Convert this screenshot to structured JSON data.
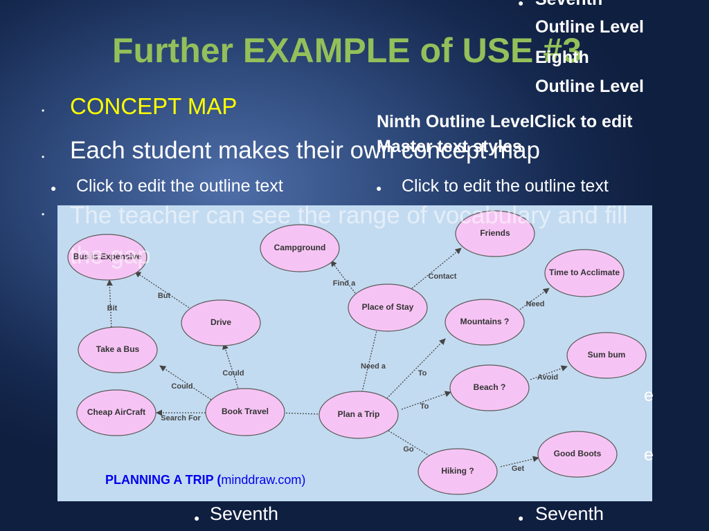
{
  "slide": {
    "title": "Further EXAMPLE of USE #3",
    "bullets": [
      "CONCEPT MAP",
      "Each student makes their own concept map",
      "The teacher can see the range of vocabulary and fill the gap"
    ],
    "outline_levels": {
      "seventh_top": "Seventh",
      "outline_level_1": "Outline Level",
      "eighth": "Eighth",
      "outline_level_2": "Outline Level",
      "ninth": "Ninth Outline LevelClick to edit Master text styles"
    },
    "click_left": "Click to edit the outline text",
    "click_right": "Click to edit the outline text",
    "seventh_bottom_left": "Seventh",
    "seventh_bottom_right": "Seventh",
    "caption_bold": "PLANNING A TRIP (",
    "caption_rest": "minddraw.com)",
    "edge_fragment_1": "e",
    "edge_fragment_2": "e"
  },
  "diagram": {
    "nodes": [
      {
        "id": "bus_expensive",
        "label": "Bus is Expensive"
      },
      {
        "id": "campground",
        "label": "Campground"
      },
      {
        "id": "friends",
        "label": "Friends"
      },
      {
        "id": "time_acclimate",
        "label": "Time to Acclimate"
      },
      {
        "id": "drive",
        "label": "Drive"
      },
      {
        "id": "place_of_stay",
        "label": "Place of Stay"
      },
      {
        "id": "mountains",
        "label": "Mountains ?"
      },
      {
        "id": "take_bus",
        "label": "Take a Bus"
      },
      {
        "id": "sum_bum",
        "label": "Sum bum"
      },
      {
        "id": "beach",
        "label": "Beach ?"
      },
      {
        "id": "cheap_aircraft",
        "label": "Cheap AirCraft"
      },
      {
        "id": "book_travel",
        "label": "Book Travel"
      },
      {
        "id": "plan_trip",
        "label": "Plan a Trip"
      },
      {
        "id": "good_boots",
        "label": "Good Boots"
      },
      {
        "id": "hiking",
        "label": "Hiking ?"
      }
    ],
    "edge_labels": [
      "But",
      "Bit",
      "Could",
      "Could",
      "Search For",
      "Find a",
      "Contact",
      "Need",
      "Need a",
      "To",
      "To",
      "Avoid",
      "Go",
      "Get"
    ]
  }
}
